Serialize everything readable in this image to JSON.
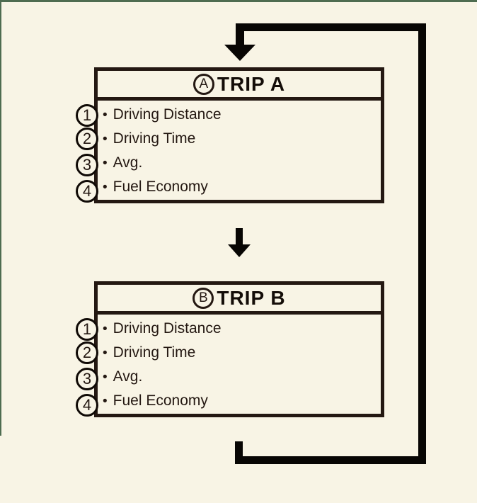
{
  "page": {
    "background_color": "#F8F4E5",
    "edge_color": "#4E6C50"
  },
  "diagram": {
    "line_color": "#080604",
    "bullet_glyph": "•",
    "boxes": [
      {
        "badge": "A",
        "title": "TRIP A",
        "items": [
          {
            "num": "1",
            "label": "Driving Distance"
          },
          {
            "num": "2",
            "label": "Driving Time"
          },
          {
            "num": "3",
            "label": "Avg."
          },
          {
            "num": "4",
            "label": "Fuel Economy"
          }
        ]
      },
      {
        "badge": "B",
        "title": "TRIP B",
        "items": [
          {
            "num": "1",
            "label": "Driving Distance"
          },
          {
            "num": "2",
            "label": "Driving Time"
          },
          {
            "num": "3",
            "label": "Avg."
          },
          {
            "num": "4",
            "label": "Fuel Economy"
          }
        ]
      }
    ]
  }
}
